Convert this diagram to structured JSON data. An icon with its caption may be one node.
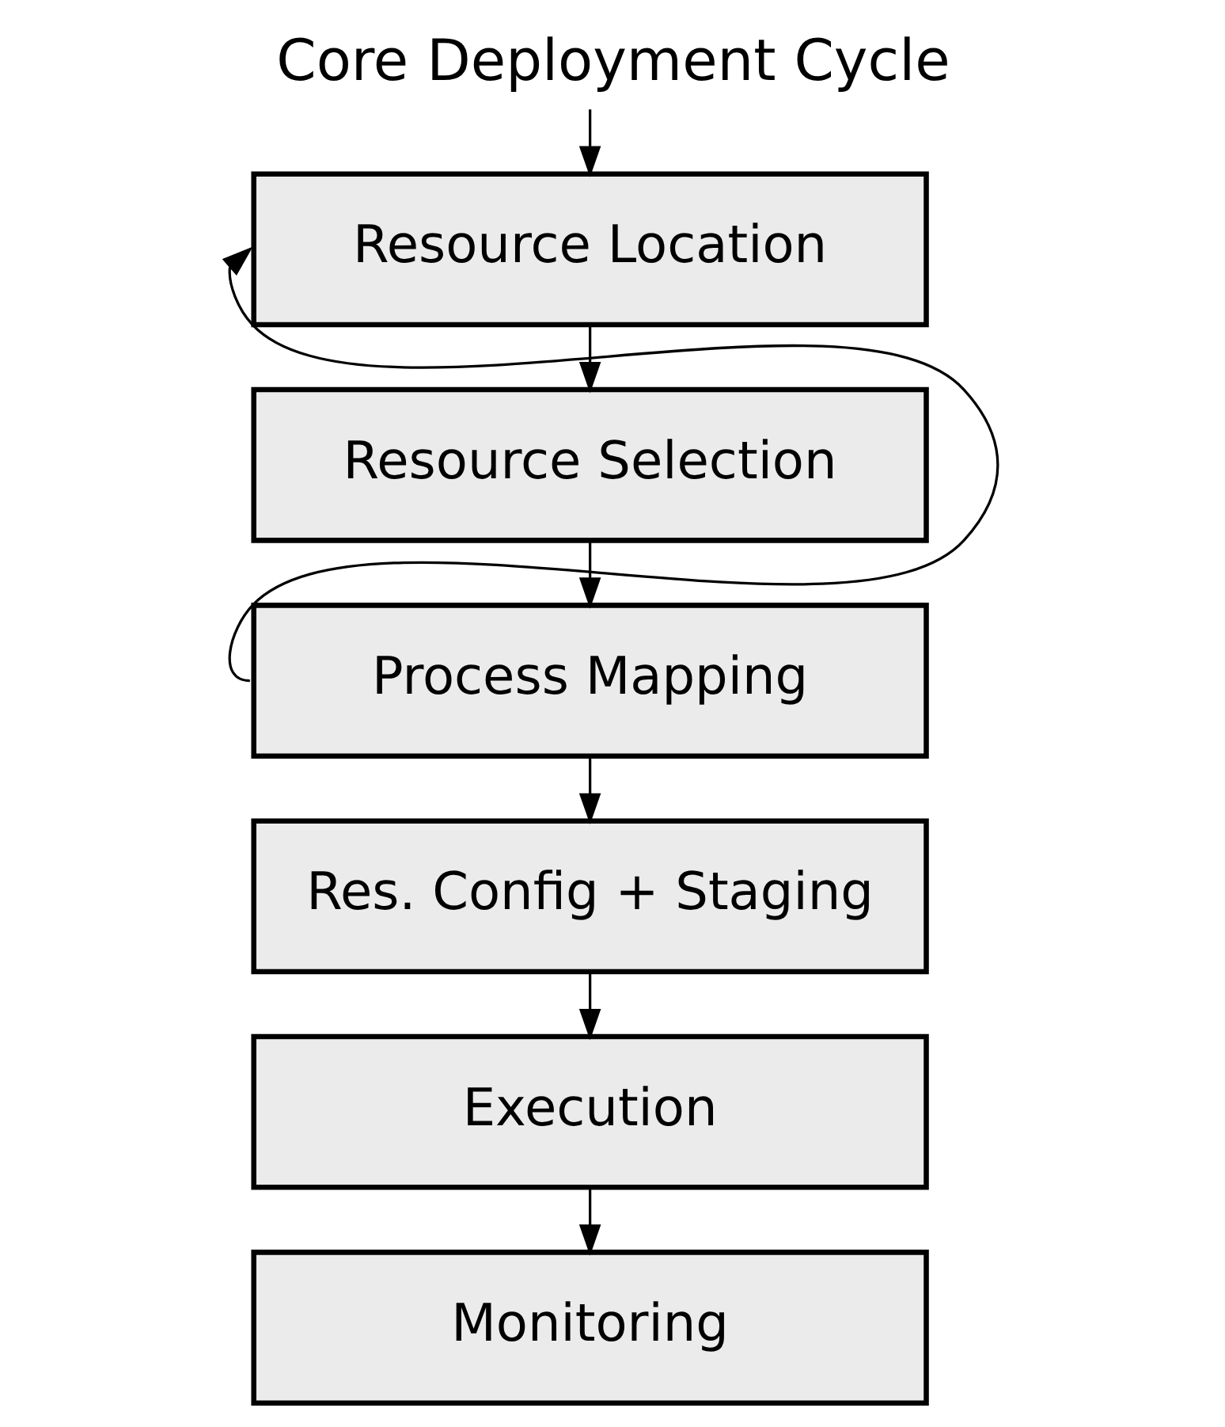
{
  "diagram": {
    "title": "Core Deployment Cycle",
    "nodes": [
      {
        "text": [
          "Resource Location"
        ]
      },
      {
        "text": [
          "Resource Selection"
        ]
      },
      {
        "text": [
          "Process Mapping"
        ]
      },
      {
        "text": [
          "Res. Config + Staging"
        ]
      },
      {
        "text": [
          "Execution"
        ]
      },
      {
        "text": [
          "Monitoring"
        ]
      }
    ],
    "edges": [
      {
        "from": null,
        "to": 0,
        "arrow": "to"
      },
      {
        "from": 0,
        "to": 1,
        "arrow": "to"
      },
      {
        "from": 1,
        "to": 2,
        "arrow": "to"
      },
      {
        "from": 2,
        "to": 3,
        "arrow": "to"
      },
      {
        "from": 3,
        "to": 4,
        "arrow": "to"
      },
      {
        "from": 4,
        "to": 5,
        "arrow": "to"
      },
      {
        "from": 2,
        "to": 0,
        "arrow": "to"
      }
    ]
  }
}
